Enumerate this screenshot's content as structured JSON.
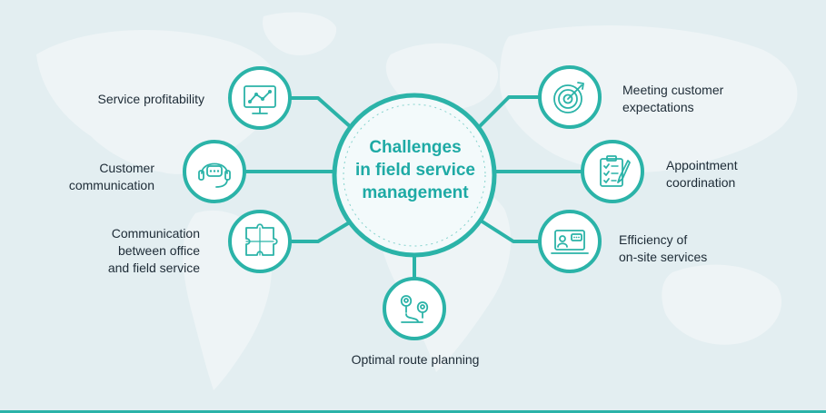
{
  "colors": {
    "background": "#e3eef1",
    "map": "#eef4f6",
    "teal": "#2bb3a8",
    "hub_fill": "#f3fafb",
    "node_fill": "#ffffff",
    "text": "#1d2b36",
    "title_text": "#1eaaa5"
  },
  "hub": {
    "title": "Challenges\nin field service\nmanagement"
  },
  "nodes": [
    {
      "id": "service-profitability",
      "label": "Service profitability",
      "icon": "monitor-chart-icon"
    },
    {
      "id": "customer-communication",
      "label": "Customer\ncommunication",
      "icon": "headset-chat-icon"
    },
    {
      "id": "office-field-communication",
      "label": "Communication\nbetween office\nand field service",
      "icon": "puzzle-icon"
    },
    {
      "id": "optimal-route-planning",
      "label": "Optimal route planning",
      "icon": "map-pins-route-icon"
    },
    {
      "id": "meeting-customer-expectations",
      "label": "Meeting customer\nexpectations",
      "icon": "target-arrow-icon"
    },
    {
      "id": "appointment-coordination",
      "label": "Appointment\ncoordination",
      "icon": "clipboard-checklist-icon"
    },
    {
      "id": "onsite-efficiency",
      "label": "Efficiency of\non-site services",
      "icon": "laptop-video-call-icon"
    }
  ]
}
